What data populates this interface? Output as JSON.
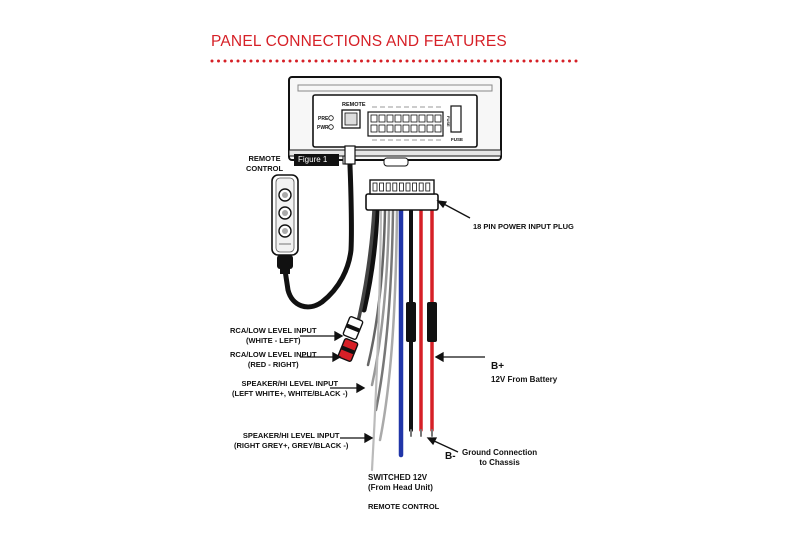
{
  "title": "PANEL CONNECTIONS AND FEATURES",
  "colors": {
    "accent": "#d62027",
    "wire_blue": "#2035a8",
    "wire_red": "#d62027",
    "wire_black": "#111111"
  },
  "panel": {
    "remote_label": "REMOTE",
    "pre_label": "PRE",
    "pwr_label": "PWR",
    "fuse_label": "FUSE",
    "fuse_text": "FUSE",
    "figure_label": "Figure 1"
  },
  "labels": {
    "remote_control": [
      "REMOTE",
      "CONTROL"
    ],
    "plug": "18 PIN POWER INPUT PLUG",
    "rca_left": [
      "RCA/LOW LEVEL INPUT",
      "(WHITE - LEFT)"
    ],
    "rca_right": [
      "RCA/LOW LEVEL INPUT",
      "(RED - RIGHT)"
    ],
    "spk_left": [
      "SPEAKER/HI LEVEL INPUT",
      "(LEFT  WHITE+, WHITE/BLACK -)"
    ],
    "spk_right": [
      "SPEAKER/HI LEVEL INPUT",
      "(RIGHT  GREY+, GREY/BLACK -)"
    ],
    "bplus": "B+",
    "bplus_desc": "12V From Battery",
    "bminus": "B-",
    "bminus_desc": [
      "Ground Connection",
      "to Chassis"
    ],
    "switched": [
      "SWITCHED 12V",
      "(From Head Unit)"
    ],
    "remote_ctrl_bottom": "REMOTE CONTROL"
  }
}
